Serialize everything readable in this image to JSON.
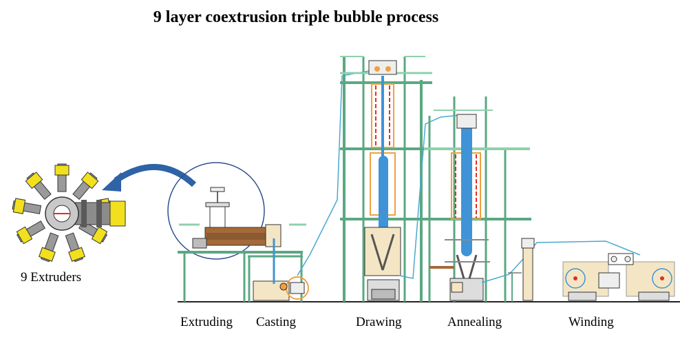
{
  "title": "9 layer coextrusion triple bubble process",
  "extruder_caption": "9 Extruders",
  "stages": [
    "Extruding",
    "Casting",
    "Drawing",
    "Annealing",
    "Winding"
  ],
  "colors": {
    "frame": "#5aa882",
    "frame_light": "#8fd0ad",
    "bubble": "#3f93d6",
    "film_line": "#4aa8d0",
    "heater": "#f0a040",
    "heater_red": "#e03020",
    "arrow": "#2e63a6",
    "extruder_yellow": "#f2e01e",
    "machine_grey": "#8c8c8c",
    "cream": "#f4e6c4"
  },
  "icons": [
    "extruder-star-icon",
    "curved-arrow-icon",
    "magnifier-circle-icon"
  ]
}
